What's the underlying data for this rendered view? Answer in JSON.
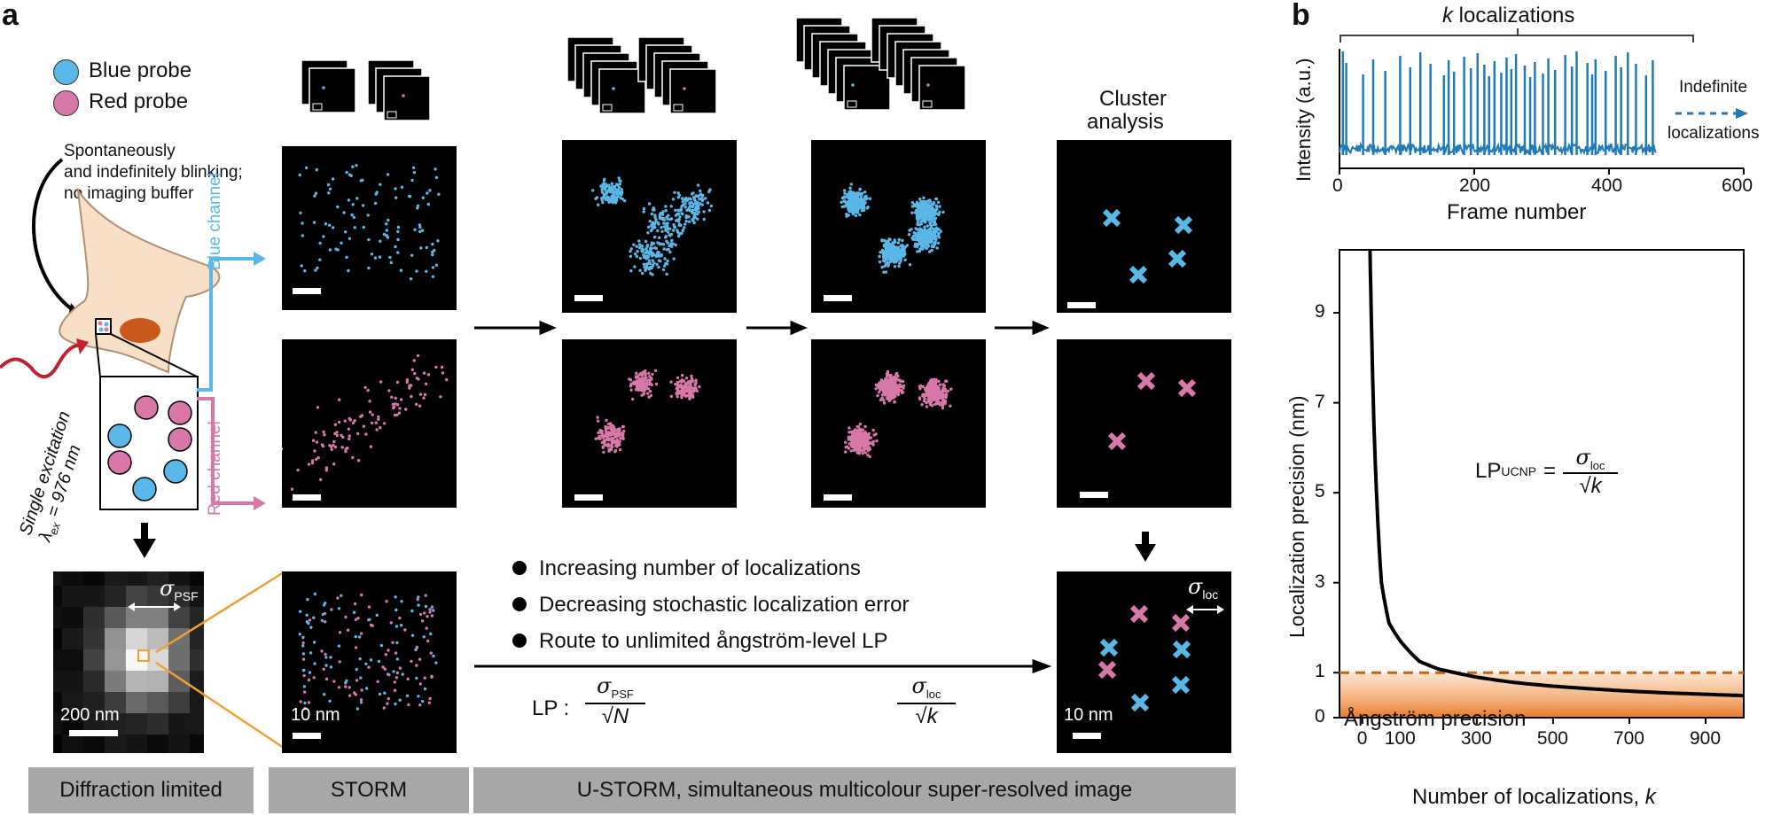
{
  "panel_a": {
    "letter": "a",
    "legend": {
      "blue": "Blue probe",
      "red": "Red probe"
    },
    "blink_note": [
      "Spontaneously",
      "and indefinitely blinking;",
      "no imaging buffer"
    ],
    "excitation": {
      "line1": "Single excitation",
      "line2": "λ",
      "line2_sub": "ex",
      "line2_rest": " = 976 nm"
    },
    "blue_channel": "Blue channel",
    "red_channel": "Red channel",
    "sigma_psf": "σ",
    "sigma_psf_sub": "PSF",
    "sigma_loc": "σ",
    "sigma_loc_sub": "loc",
    "scale_200": "200 nm",
    "scale_10a": "10 nm",
    "scale_10b": "10 nm",
    "cluster": [
      "Cluster",
      "analysis"
    ],
    "bullets": [
      "Increasing number of localizations",
      "Decreasing stochastic localization error",
      "Route to unlimited ångström-level LP"
    ],
    "lp_prefix": "LP :",
    "formula_psf_top": "σ",
    "formula_psf_sub": "PSF",
    "formula_psf_bottom": "N",
    "formula_loc_top": "σ",
    "formula_loc_sub": "loc",
    "formula_loc_bottom": "k",
    "bottom_labels": {
      "diffraction": "Diffraction limited",
      "storm": "STORM",
      "ustorm": "U-STORM, simultaneous multicolour super-resolved image"
    },
    "colors": {
      "blue": "#5ab8e8",
      "pink": "#d878a8",
      "cell": "#f8e0c8",
      "nucleus": "#c8581c",
      "red_arrow": "#c02030",
      "orange": "#f0a030"
    }
  },
  "panel_b": {
    "letter": "b",
    "top_chart": {
      "header": "k localizations",
      "header_k": "k",
      "header_rest": " localizations",
      "ylabel": "Intensity (a.u.)",
      "xlabel": "Frame number",
      "xticks": [
        "0",
        "200",
        "400",
        "600"
      ],
      "indefinite": [
        "Indefinite",
        "localizations"
      ]
    },
    "bottom_chart": {
      "ylabel": "Localization precision (nm)",
      "xlabel": "Number of localizations, ",
      "xlabel_k": "k",
      "xticks": [
        "0",
        "100",
        "300",
        "500",
        "700",
        "900"
      ],
      "yticks": [
        "0",
        "1",
        "3",
        "5",
        "7",
        "9"
      ],
      "formula_lp": "LP",
      "formula_sub": "UCNP",
      "formula_top": "σ",
      "formula_top_sub": "loc",
      "formula_bottom": "k",
      "angstrom": "Ångström precision"
    }
  },
  "chart_data": {
    "type": "line",
    "xlabel": "Number of localizations, k",
    "ylabel": "Localization precision (nm)",
    "xlim": [
      -60,
      1000
    ],
    "ylim": [
      0,
      10.4
    ],
    "x": [
      20,
      30,
      50,
      70,
      100,
      150,
      200,
      300,
      400,
      500,
      600,
      700,
      800,
      900,
      1000
    ],
    "series": [
      {
        "values": [
          10.4,
          6.6,
          3.0,
          2.1,
          1.7,
          1.25,
          1.08,
          0.9,
          0.78,
          0.7,
          0.64,
          0.59,
          0.55,
          0.52,
          0.49
        ]
      }
    ],
    "reference_line": {
      "y": 1.0,
      "style": "dashed",
      "color": "#d06010"
    }
  }
}
